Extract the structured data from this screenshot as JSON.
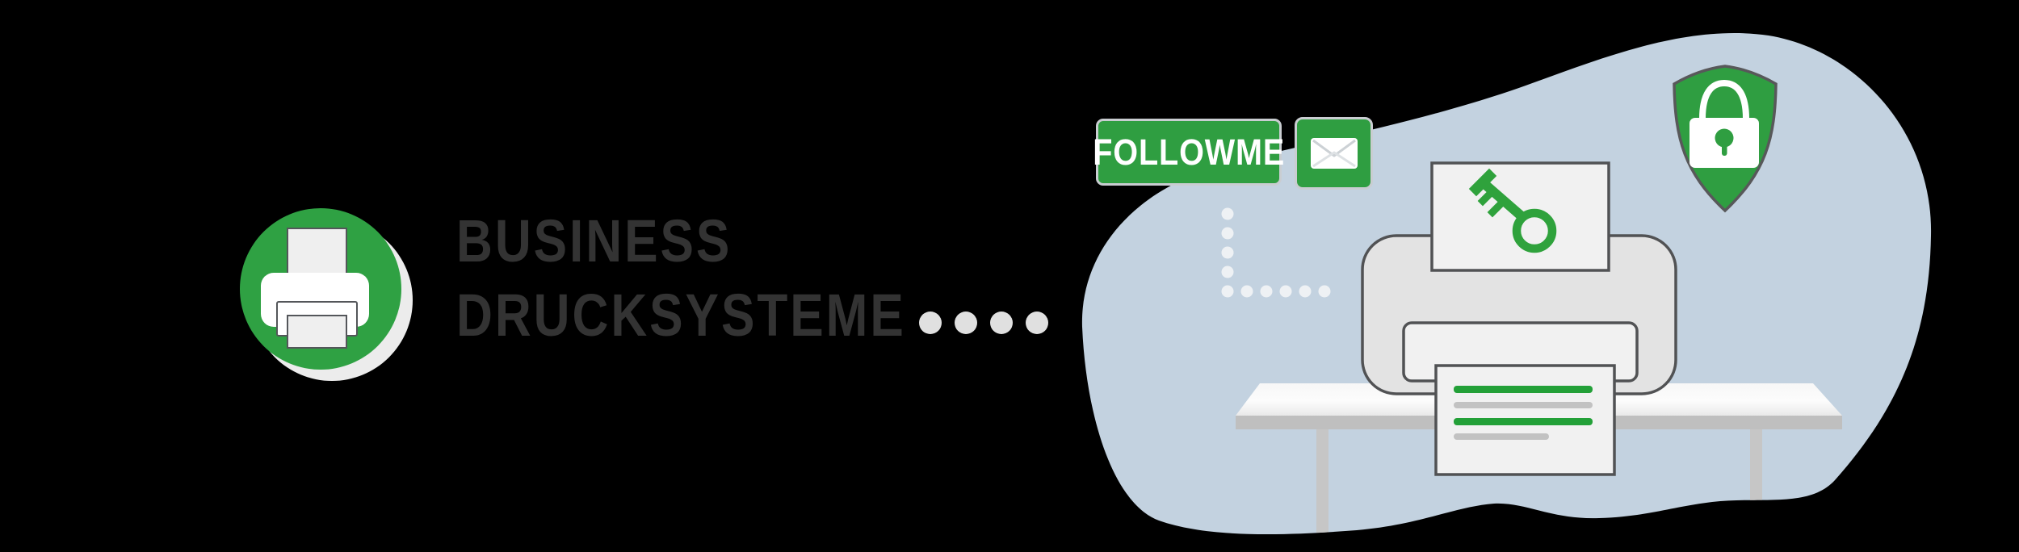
{
  "banner": {
    "background_color": "#000000",
    "brand": {
      "logo": {
        "icon": "printer-icon",
        "circle_color": "#2fa143",
        "shadow_color": "#ececec",
        "outline_color": "#54565a"
      },
      "name_line1": "BUSINESS",
      "name_line2": "DRUCKSYSTEME",
      "text_color": "#333333",
      "trailing_dots": 4,
      "trailing_dots_color": "#e0e0e0"
    },
    "illustration": {
      "blob_color": "#c3d2e0",
      "accent_green": "#2f9e41",
      "outline_color": "#515254",
      "followme_badge": {
        "label": "FOLLOWME",
        "bg": "#2f9e41",
        "text_color": "#ffffff",
        "border_color": "#c9cdd1"
      },
      "envelope_badge": {
        "icon": "envelope-icon",
        "bg": "#2f9e41",
        "border_color": "#c9cdd1"
      },
      "dotted_path": {
        "dots_vertical": 5,
        "dots_horizontal": 5,
        "color": "#eef1f4"
      },
      "printer": {
        "body_color": "#e3e3e3",
        "tray_color": "#f1f1f1"
      },
      "key_paper": {
        "icon": "key-icon",
        "key_color": "#2fa23c",
        "paper_color": "#f1f1f1"
      },
      "printed_paper": {
        "paper_color": "#f1f1f1",
        "lines": [
          "green",
          "gray",
          "green",
          "gray-short"
        ],
        "line_green": "#23a038",
        "line_gray": "#c2c2c2"
      },
      "shield": {
        "icon": "shield-lock-icon",
        "color": "#2f9e41",
        "lock_color": "#ffffff"
      },
      "desk": {
        "top_color": "#f2f2f2",
        "edge_color": "#bfbfbf",
        "leg_color": "#c6c6c6"
      }
    }
  }
}
